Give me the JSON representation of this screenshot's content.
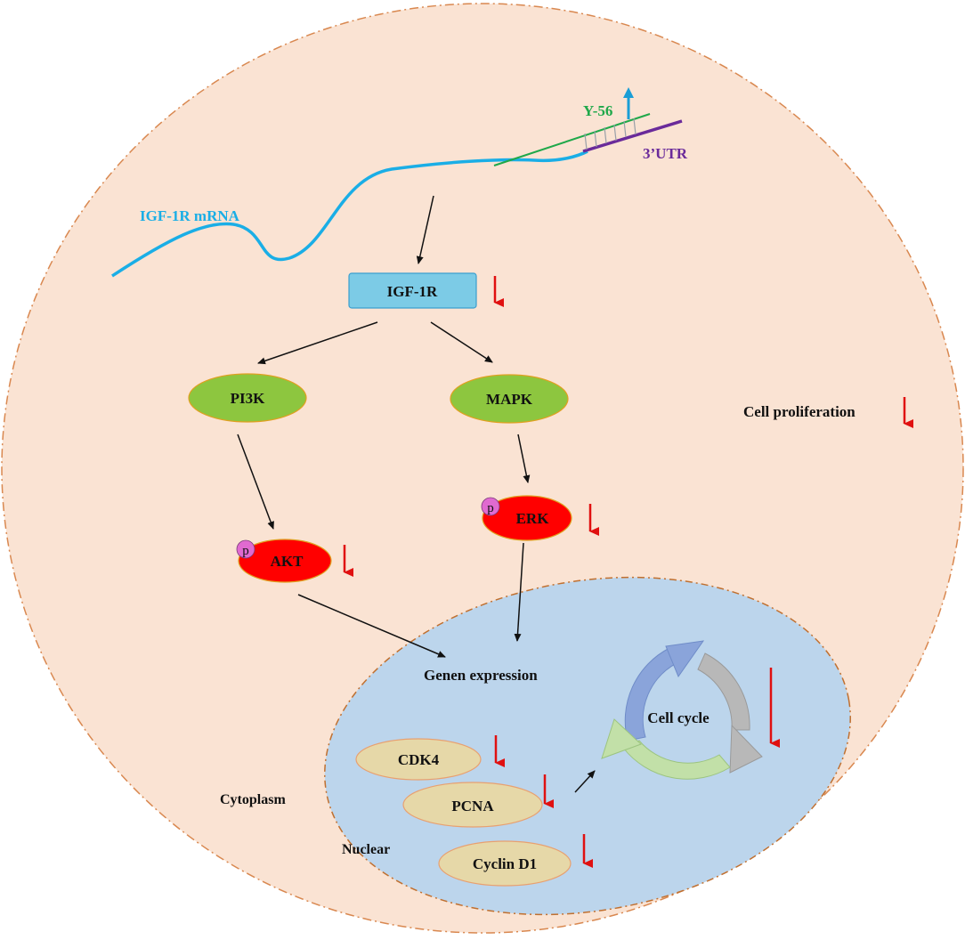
{
  "colors": {
    "cell_fill": "#fae3d3",
    "cell_border": "#d98850",
    "nucleus_fill": "#bcd5ec",
    "nucleus_border": "#c07030",
    "mrna": "#1aaee6",
    "y56": "#1fa84a",
    "utr": "#6a2a9a",
    "up_arrow": "#1a9ed6",
    "down_arrow": "#e01010",
    "receptor_fill": "#7ccbe6",
    "receptor_border": "#3b9fcf",
    "kinase_fill": "#8dc63f",
    "kinase_border": "#e0a020",
    "phospho_fill": "#ff0000",
    "p_fill": "#e06ad0",
    "gene_fill": "#e6d8a8",
    "gene_border": "#e8a070",
    "cycle_blue": "#8aa4da",
    "cycle_gray": "#b8b8b8",
    "cycle_green": "#c2e0a8",
    "text": "#111111"
  },
  "labels": {
    "y56": "Y-56",
    "utr": "3’UTR",
    "mrna": "IGF-1R mRNA",
    "igf1r": "IGF-1R",
    "pi3k": "PI3K",
    "mapk": "MAPK",
    "erk": "ERK",
    "akt": "AKT",
    "p": "p",
    "cell_proliferation": "Cell proliferation",
    "genen_expression": "Genen expression",
    "cell_cycle": "Cell cycle",
    "cdk4": "CDK4",
    "pcna": "PCNA",
    "cyclin_d1": "Cyclin D1",
    "cytoplasm": "Cytoplasm",
    "nuclear": "Nuclear"
  }
}
